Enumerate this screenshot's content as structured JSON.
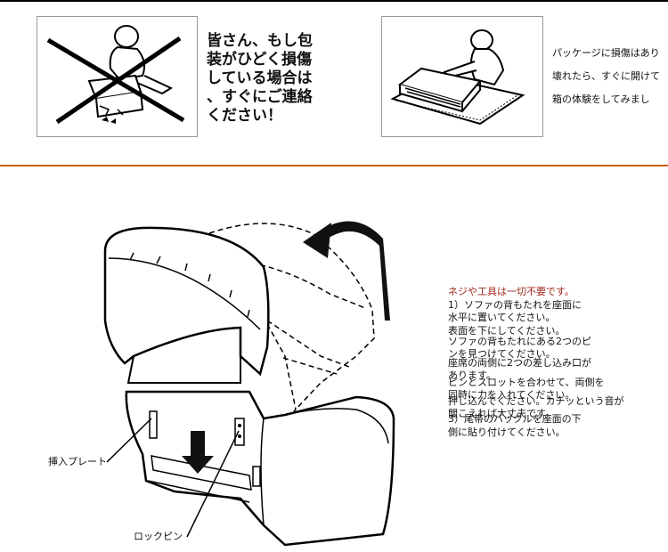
{
  "warning_panel_text": "皆さん、もし包\n装がひどく損傷\nしている場合は\n、すぐにご連絡\nください！",
  "right_panel_lines": [
    "パッケージに損傷はあり",
    "壊れたら、すぐに開けて",
    "箱の体験をしてみまし"
  ],
  "instructions": {
    "heading": "ネジや工具は一切不要です。",
    "lines": [
      "1）ソファの背もたれを座面に",
      "水平に置いてください。",
      "表面を下にしてください。",
      "ソファの背もたれにある2つのピ",
      "ンを見つけてください。",
      "座席の両側に2つの差し込み口が",
      "あります。",
      "ピンとスロットを合わせて、両側を",
      "同時に力を入れてください。",
      "押し込んでください。カチッという音が",
      "聞こえれば大丈夫です。",
      "3）尾帯のバックルを座面の下",
      "側に貼り付けてください。"
    ]
  },
  "labels": {
    "insert_plate": "挿入プレート",
    "lock_pin": "ロックピン"
  },
  "colors": {
    "separator": "#c8621e",
    "heading": "#a0281e"
  }
}
